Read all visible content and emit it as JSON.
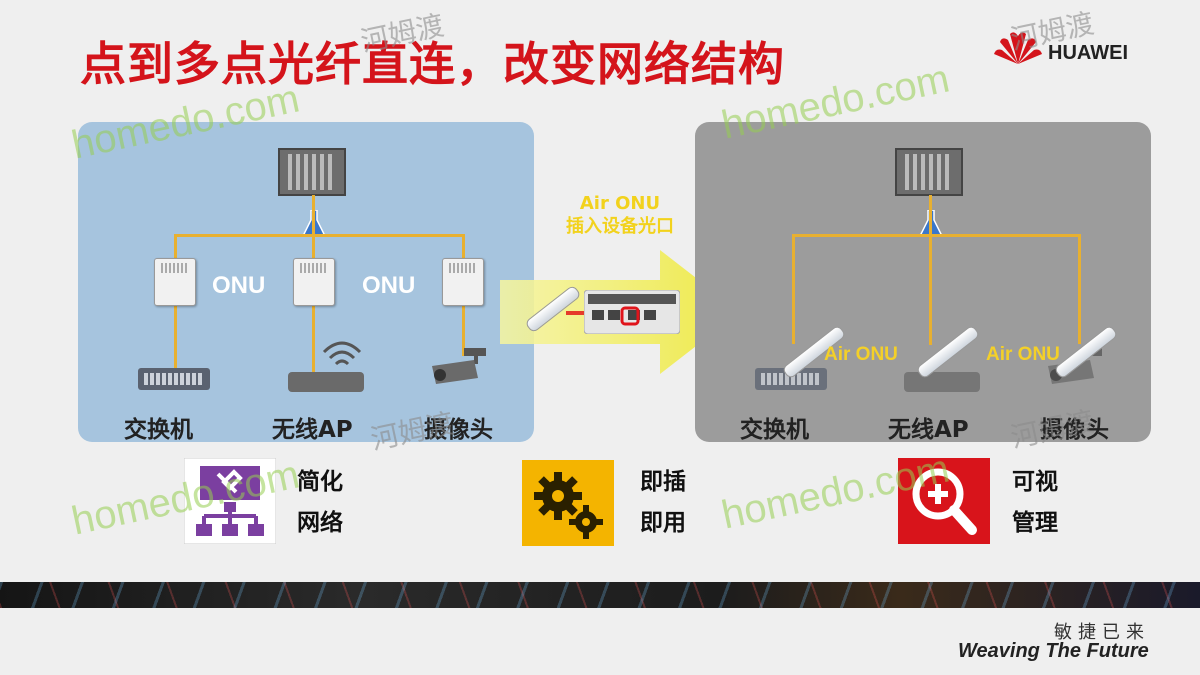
{
  "title": "点到多点光纤直连，改变网络结构",
  "brand": "HUAWEI",
  "left_panel": {
    "onu_label_1": "ONU",
    "onu_label_2": "ONU",
    "devices": [
      "交换机",
      "无线AP",
      "摄像头"
    ]
  },
  "middle": {
    "line1": "Air ONU",
    "line2": "插入设备光口"
  },
  "right_panel": {
    "air_label_1": "Air ONU",
    "air_label_2": "Air ONU",
    "devices": [
      "交换机",
      "无线AP",
      "摄像头"
    ]
  },
  "features": [
    {
      "line1": "简化",
      "line2": "网络",
      "icon": "network-config-icon"
    },
    {
      "line1": "即插",
      "line2": "即用",
      "icon": "gears-icon"
    },
    {
      "line1": "可视",
      "line2": "管理",
      "icon": "magnifier-plus-icon"
    }
  ],
  "slogan": {
    "cn": "敏捷已来",
    "en": "Weaving The Future"
  },
  "watermarks": {
    "latin": "homedo.com",
    "cn": "河姆渡"
  },
  "colors": {
    "title": "#d4141b",
    "fiber": "#e8b030",
    "left_panel": "#a6c4de",
    "right_panel": "#9c9c9c",
    "accent_yellow": "#f2d21d"
  }
}
